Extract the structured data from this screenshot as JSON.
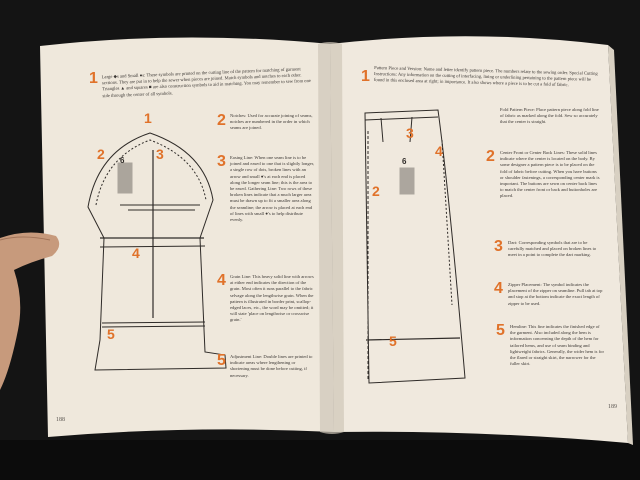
{
  "book": {
    "left_page": {
      "folio": "188",
      "intro": {
        "number": "1",
        "text": "Large ◆s and Small ●s: These symbols are printed on the cutting line of the pattern for matching of garment sections. They are put in to help the sewer when pieces are joined. Match symbols and notches to each other. Triangles ▲ and squares ■ are also construction symbols to aid in matching. You may remember to sew from one side through the center of all symbols."
      },
      "drawing_labels": [
        "1",
        "2",
        "3",
        "4",
        "5",
        "6"
      ],
      "items": [
        {
          "number": "2",
          "text": "Notches: Used for accurate joining of seams, notches are numbered in the order in which seams are joined."
        },
        {
          "number": "3",
          "text": "Easing Line: When one seam line is to be joined and eased to one that is slightly longer, a single row of dots, broken lines with an arrow and small ●'s at each end is placed along the longer seam line; this is the area to be eased. Gathering Line: Two rows of these broken lines indicate that a much larger area must be drawn up to fit a smaller area along the seamline; the arrow is placed at each end of lines with small ●'s to help distribute evenly."
        },
        {
          "number": "4",
          "text": "Grain Line: This heavy solid line with arrows at either end indicates the direction of the grain. Most often it runs parallel to the fabric selvage along the lengthwise grain. When the pattern is illustrated in border print, scallop-edged laces, etc., the word may be omitted; it will state 'place on lengthwise or crosswise grain.'"
        },
        {
          "number": "5",
          "text": "Adjustment Line: Double lines are printed to indicate areas where lengthening or shortening must be done before cutting, if necessary."
        }
      ]
    },
    "right_page": {
      "folio": "189",
      "intro": {
        "number": "1",
        "text": "Pattern Piece and Version: Name and letter identify pattern piece. The numbers relate to the sewing order. Special Cutting Instructions: Any information on the cutting of interfacing, lining or underlining pertaining to the pattern piece will be found in this enclosed area at right; in importance. It also shows where a piece is to be cut a fold of fabric."
      },
      "drawing_labels": [
        "2",
        "3",
        "4",
        "5",
        "6"
      ],
      "items": [
        {
          "number": "",
          "text": "Fold Pattern Piece: Place pattern piece along fold line of fabric as marked along the fold. Sew so accurately that the center is straight."
        },
        {
          "number": "2",
          "text": "Center Front or Center Back Lines: These solid lines indicate where the center is located on the body. By some designer a pattern piece is to be placed on the fold of fabric before cutting. When you have buttons or shoulder fastenings, a corresponding center mark is important. The buttons are sewn on center back lines to match the center front or back and buttonholes are placed."
        },
        {
          "number": "3",
          "text": "Dart: Corresponding symbols that are to be carefully matched and placed on broken lines to meet in a point to complete the dart marking."
        },
        {
          "number": "4",
          "text": "Zipper Placement: The symbol indicates the placement of the zipper on seamline. Pull tab at top and stop at the bottom indicate the exact length of zipper to be used."
        },
        {
          "number": "5",
          "text": "Hemline: This fine indicates the finished edge of the garment. Also included along the hem is information concerning the depth of the hem for tailored hems, and use of seam binding and lightweight fabrics. Generally, the wider hem is for the flared or straight skirt, the narrower for the fuller skirt."
        }
      ]
    }
  }
}
